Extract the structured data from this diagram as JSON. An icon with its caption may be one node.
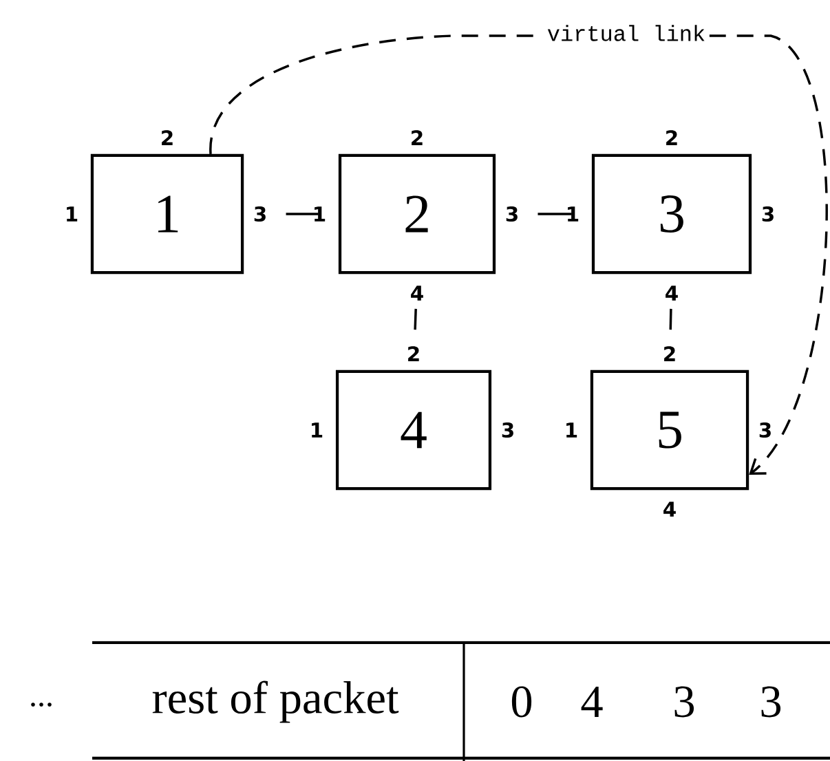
{
  "diagram": {
    "nodes": [
      {
        "text": [
          "1"
        ],
        "beside": [
          "2",
          "1",
          "3"
        ]
      },
      {
        "text": [
          "2"
        ],
        "beside": [
          "2",
          "1",
          "3",
          "4"
        ]
      },
      {
        "text": [
          "3"
        ],
        "beside": [
          "2",
          "1",
          "3",
          "4"
        ]
      },
      {
        "text": [
          "4"
        ],
        "beside": [
          "2",
          "1",
          "3"
        ]
      },
      {
        "text": [
          "5"
        ],
        "beside": [
          "2",
          "1",
          "3",
          "4"
        ]
      }
    ],
    "edges": [
      {
        "from": 0,
        "to": 1,
        "arrow": "none"
      },
      {
        "from": 1,
        "to": 2,
        "arrow": "none"
      },
      {
        "from": 1,
        "to": 3,
        "arrow": "none"
      },
      {
        "from": 2,
        "to": 4,
        "arrow": "none"
      },
      {
        "from": 0,
        "to": 4,
        "arrow": "to",
        "label": "virtual link",
        "style": "dashed"
      }
    ],
    "labels": [
      "...",
      "rest of packet",
      "0",
      "4",
      "3",
      "3"
    ]
  }
}
